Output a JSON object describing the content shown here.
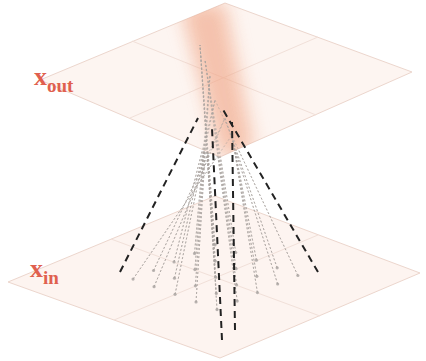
{
  "diagram": {
    "labels": [
      "x",
      "out",
      "x",
      "in"
    ]
  }
}
